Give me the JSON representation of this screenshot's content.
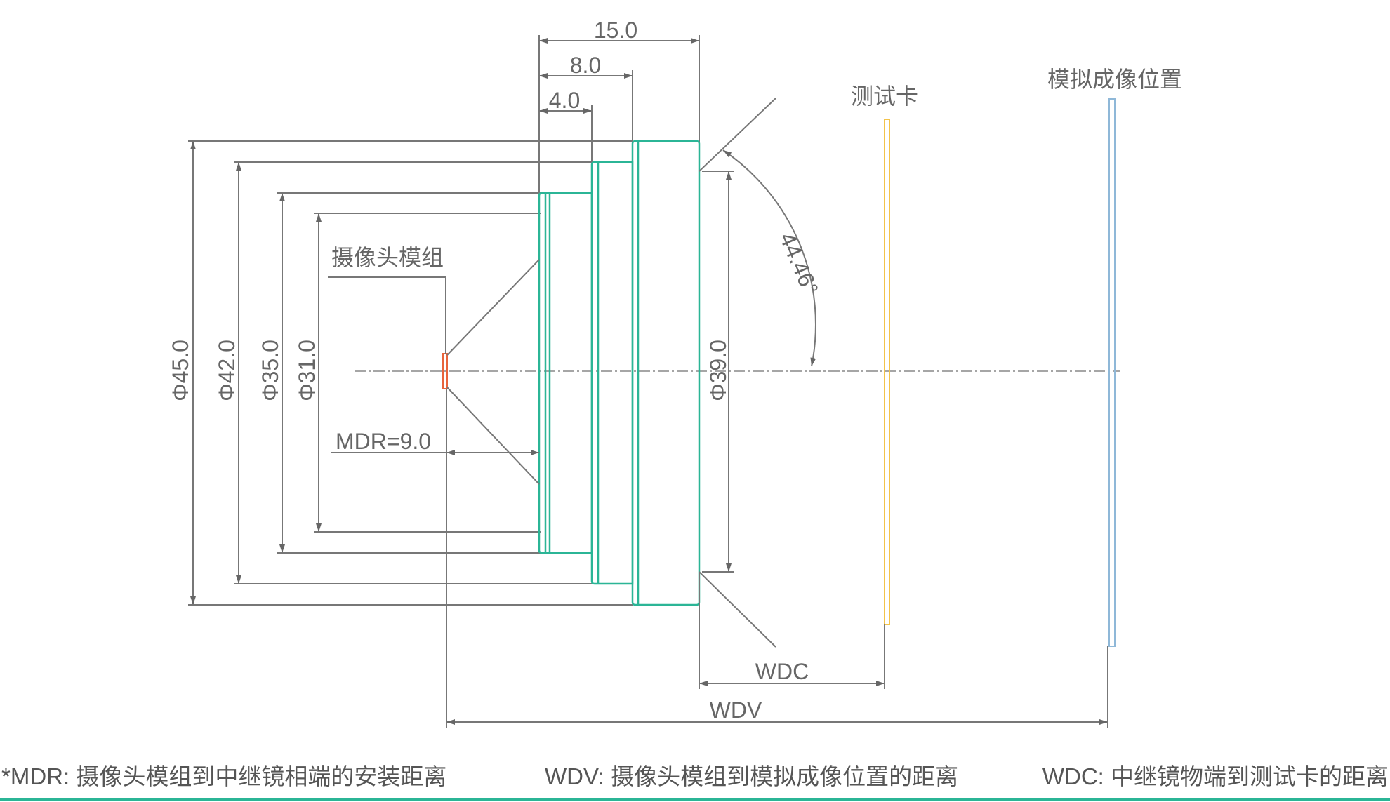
{
  "dimensions": {
    "len_15": "15.0",
    "len_8": "8.0",
    "len_4": "4.0",
    "dia_45": "Φ45.0",
    "dia_42": "Φ42.0",
    "dia_35": "Φ35.0",
    "dia_31": "Φ31.0",
    "dia_39": "Φ39.0",
    "angle": "44.46°",
    "mdr": "MDR=9.0",
    "wdc": "WDC",
    "wdv": "WDV"
  },
  "labels": {
    "camera_module": "摄像头模组",
    "test_card": "测试卡",
    "virtual_image": "模拟成像位置"
  },
  "footnotes": {
    "mdr": "*MDR: 摄像头模组到中继镜相端的安装距离",
    "wdv": "WDV: 摄像头模组到模拟成像位置的距离",
    "wdc": "WDC: 中继镜物端到测试卡的距离"
  },
  "colors": {
    "lens": "#2bb596",
    "sensor": "#e8643c",
    "test_card": "#f3c34a",
    "virtual_image": "#8fb8d8",
    "footer_rule": "#2bb596",
    "dimension": "#777777"
  }
}
